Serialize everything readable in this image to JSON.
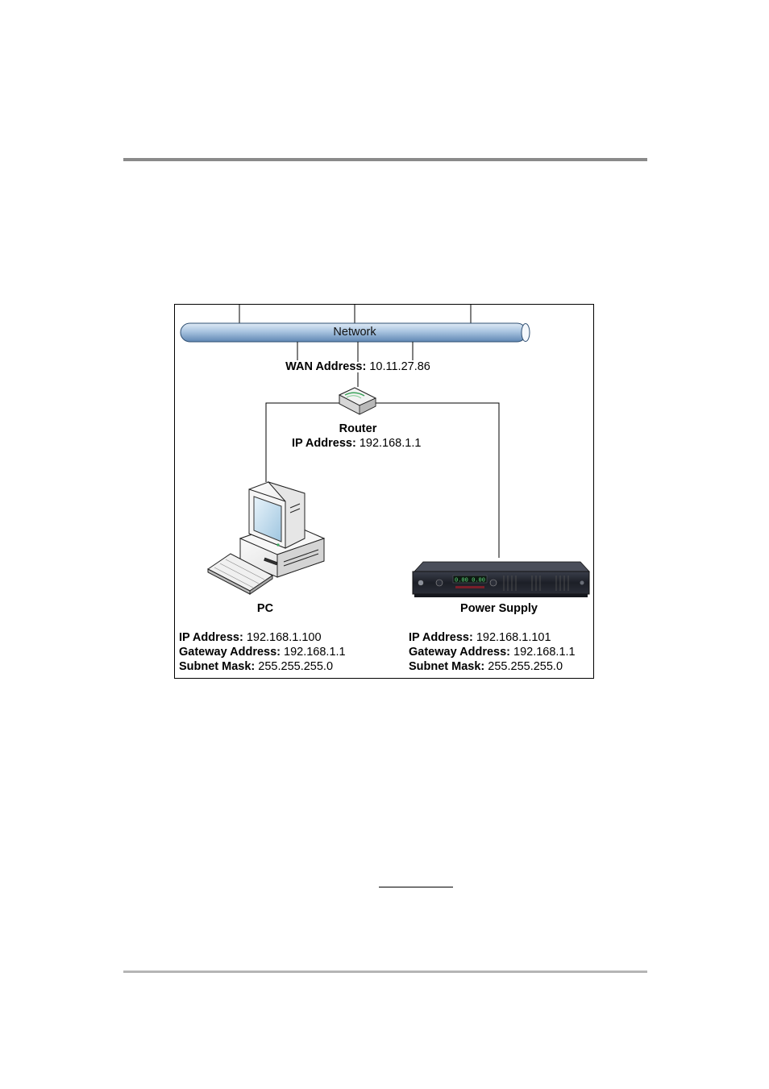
{
  "network": {
    "label": "Network"
  },
  "wan": {
    "key": "WAN Address:",
    "value": "10.11.27.86"
  },
  "router": {
    "title": "Router",
    "ip_key": "IP Address:",
    "ip_value": "192.168.1.1"
  },
  "pc": {
    "title": "PC",
    "ip_key": "IP Address:",
    "ip_value": "192.168.1.100",
    "gateway_key": "Gateway Address:",
    "gateway_value": "192.168.1.1",
    "subnet_key": "Subnet Mask:",
    "subnet_value": "255.255.255.0"
  },
  "power_supply": {
    "title": "Power Supply",
    "ip_key": "IP Address:",
    "ip_value": "192.168.1.101",
    "gateway_key": "Gateway Address:",
    "gateway_value": "192.168.1.1",
    "subnet_key": "Subnet Mask:",
    "subnet_value": "255.255.255.0"
  },
  "colors": {
    "network_pipe": "#a9c4e0",
    "network_pipe_dark": "#4f7aa6",
    "rule_top": "#8a8a8a",
    "rule_bottom": "#b5b5b5"
  }
}
